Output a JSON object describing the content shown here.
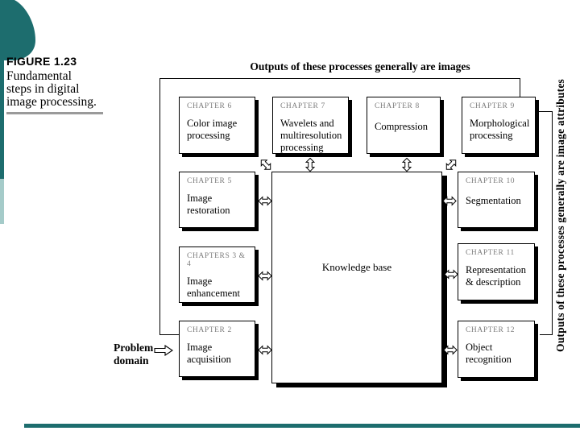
{
  "colors": {
    "teal_dark": "#1d6d6e",
    "teal_light": "#a5cbc9",
    "rule_gray": "#9a9a9a",
    "chapter_gray": "#7d7d7d",
    "line_black": "#000000"
  },
  "figure": {
    "label": "FIGURE 1.23",
    "caption": "Fundamental\nsteps in digital\nimage processing."
  },
  "banners": {
    "top": "Outputs of these processes generally are images",
    "right": "Outputs of these processes generally are image attributes"
  },
  "problem_domain": "Problem\ndomain",
  "center_box": {
    "label": "Knowledge base"
  },
  "boxes": [
    {
      "chapter": "CHAPTER 6",
      "title": "Color image\nprocessing"
    },
    {
      "chapter": "CHAPTER 7",
      "title": "Wavelets and\nmultiresolution\nprocessing"
    },
    {
      "chapter": "CHAPTER 8",
      "title": "Compression"
    },
    {
      "chapter": "CHAPTER 9",
      "title": "Morphological\nprocessing"
    },
    {
      "chapter": "CHAPTER 5",
      "title": "Image\nrestoration"
    },
    {
      "chapter": "CHAPTERS 3 & 4",
      "title": "Image\nenhancement"
    },
    {
      "chapter": "CHAPTER 2",
      "title": "Image\nacquisition"
    },
    {
      "chapter": "CHAPTER 10",
      "title": "Segmentation"
    },
    {
      "chapter": "CHAPTER 11",
      "title": "Representation\n& description"
    },
    {
      "chapter": "CHAPTER 12",
      "title": "Object\nrecognition"
    }
  ]
}
